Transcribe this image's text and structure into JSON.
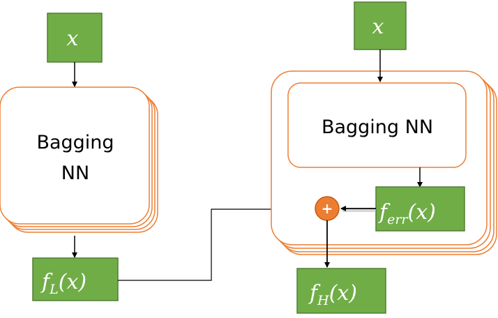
{
  "left_block": {
    "input": {
      "base": "x"
    },
    "box_line1": "Bagging",
    "box_line2": "NN",
    "output": {
      "base": "f",
      "sub": "L",
      "arg": "(x)"
    }
  },
  "right_block": {
    "input": {
      "base": "x"
    },
    "inner_box": "Bagging NN",
    "error": {
      "base": "f",
      "sub": "err",
      "arg": "(x)"
    },
    "sum_symbol": "+",
    "output": {
      "base": "f",
      "sub": "H",
      "arg": "(x)"
    }
  },
  "colors": {
    "green_fill": "#70ad47",
    "green_stroke": "#507e32",
    "orange": "#ed7d31",
    "arrow": "#000000"
  }
}
